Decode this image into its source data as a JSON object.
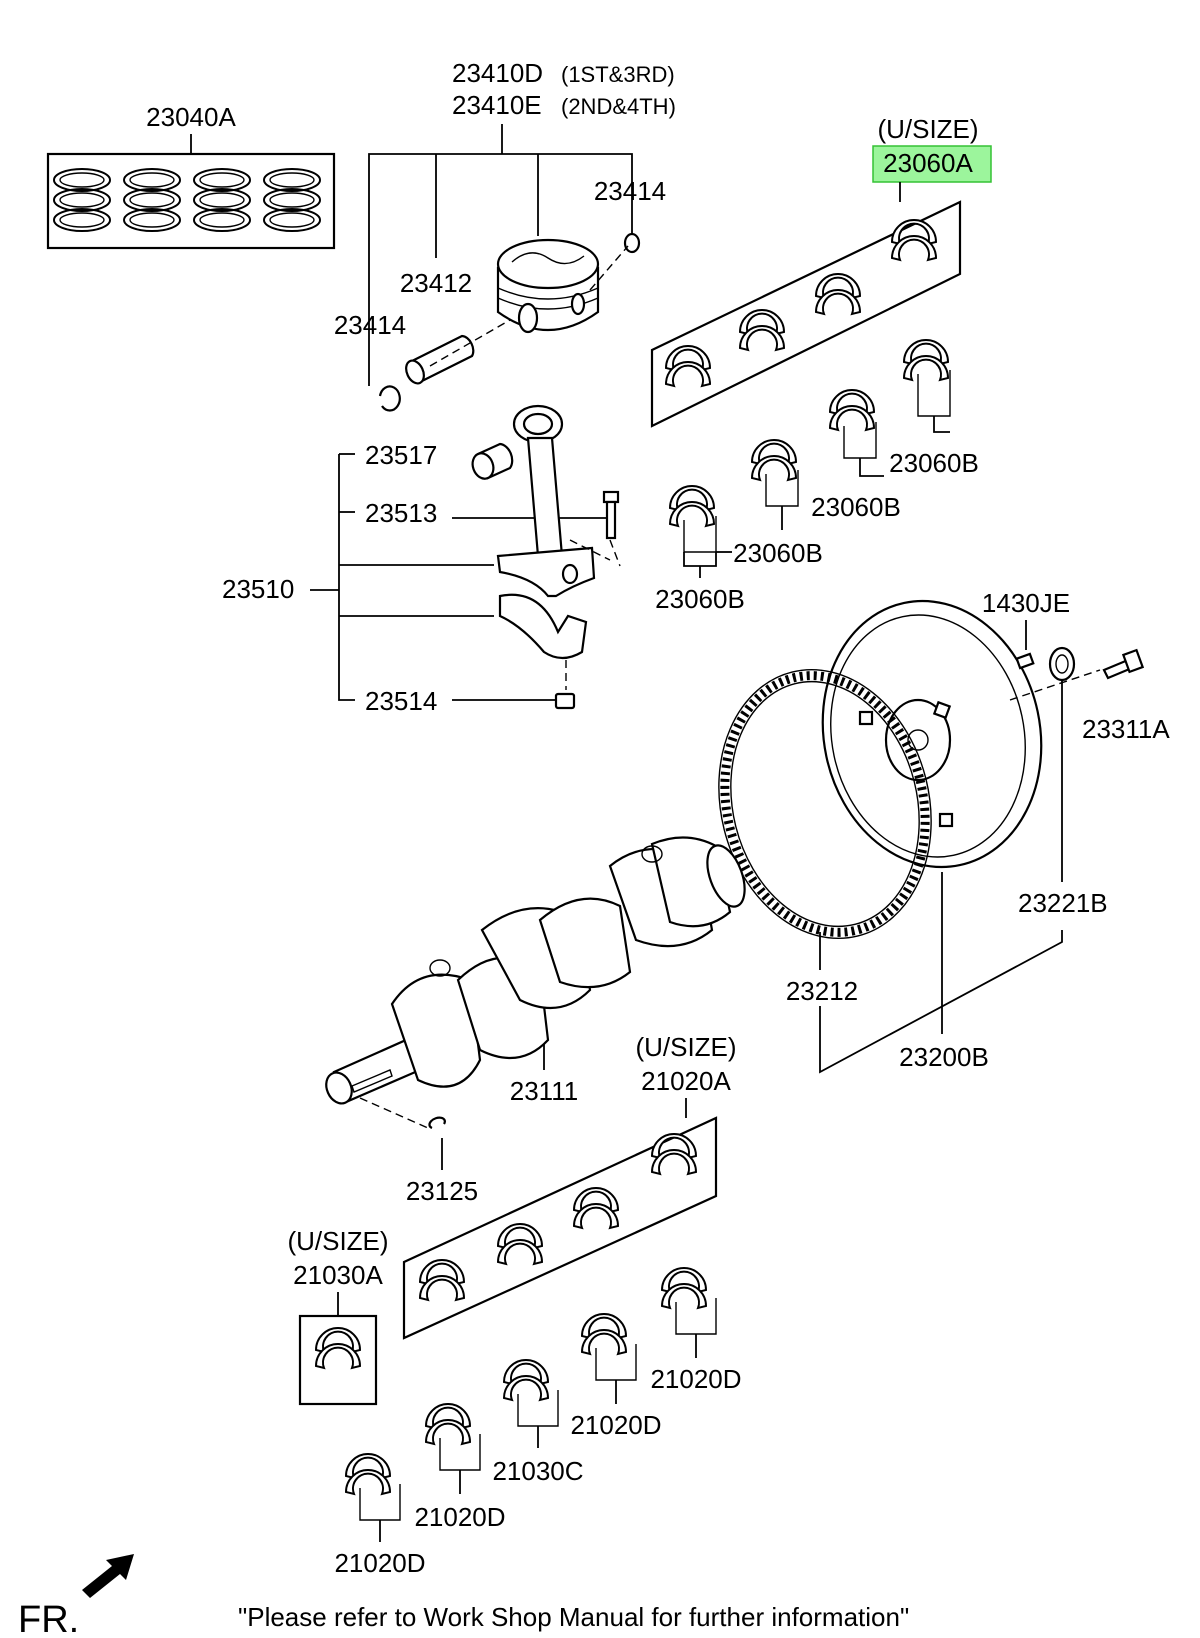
{
  "diagram": {
    "labels": {
      "rings": "23040A",
      "piston_d": "23410D",
      "piston_d_note": "(1ST&3RD)",
      "piston_e": "23410E",
      "piston_e_note": "(2ND&4TH)",
      "clip_right": "23414",
      "pin": "23412",
      "clip_left": "23414",
      "rod_bush": "23517",
      "rod_bolt": "23513",
      "rod_assy": "23510",
      "rod_nut": "23514",
      "rod_bearing_usize_note": "(U/SIZE)",
      "rod_bearing_usize": "23060A",
      "rod_bearing_b1": "23060B",
      "rod_bearing_b2": "23060B",
      "rod_bearing_b3": "23060B",
      "rod_bearing_b4": "23060B",
      "dowel": "1430JE",
      "flywheel_bolt": "23311A",
      "bushing": "23221B",
      "ring_gear": "23212",
      "flywheel": "23200B",
      "crankshaft": "23111",
      "key": "23125",
      "main_bearing_usize_note": "(U/SIZE)",
      "main_bearing_usize": "21020A",
      "thrust_usize_note": "(U/SIZE)",
      "thrust_usize": "21030A",
      "main_d1": "21020D",
      "main_d2": "21020D",
      "thrust_c": "21030C",
      "main_d3": "21020D",
      "main_d4": "21020D",
      "fr": "FR.",
      "footer": "\"Please refer to Work Shop Manual for further information\""
    },
    "highlight_color": "#9cf59c"
  }
}
